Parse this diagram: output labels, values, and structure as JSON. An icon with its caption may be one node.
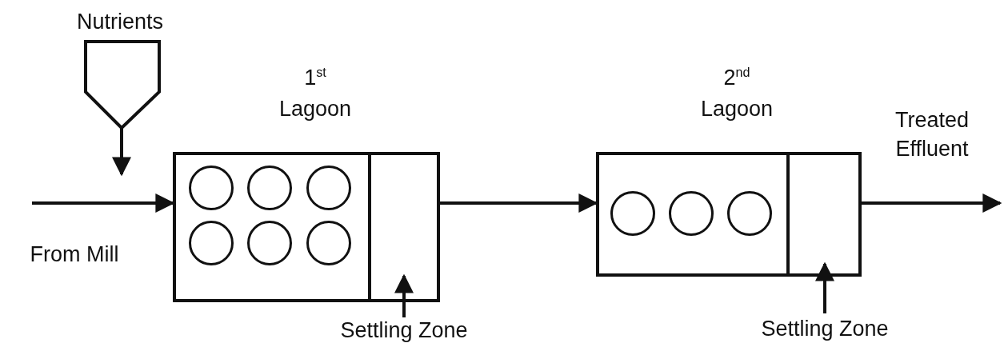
{
  "diagram": {
    "nodes": [
      {
        "text": [
          "Nutrients"
        ]
      },
      {
        "text": [
          "1$^{st}$ Lagoon"
        ]
      },
      {
        "text": [],
        "shape": "circle",
        "in": 1
      },
      {
        "text": [],
        "shape": "circle",
        "in": 1
      },
      {
        "text": [],
        "shape": "circle",
        "in": 1
      },
      {
        "text": [],
        "shape": "circle",
        "in": 1
      },
      {
        "text": [],
        "shape": "circle",
        "in": 1
      },
      {
        "text": [],
        "shape": "circle",
        "in": 1
      },
      {
        "text": [],
        "shape": "box",
        "in": 1
      },
      {
        "text": [
          "Settling Zone"
        ]
      },
      {
        "text": [
          "2$^{nd}$ Lagoon"
        ]
      },
      {
        "text": [],
        "shape": "circle",
        "in": 10
      },
      {
        "text": [],
        "shape": "circle",
        "in": 10
      },
      {
        "text": [],
        "shape": "circle",
        "in": 10
      },
      {
        "text": [],
        "shape": "box",
        "in": 10
      },
      {
        "text": [
          "Settling Zone"
        ]
      }
    ],
    "edges": [
      {
        "from": null,
        "to": 1,
        "arrow": "to",
        "label": "From Mill"
      },
      {
        "from": 0,
        "to": null,
        "arrow": "to"
      },
      {
        "from": 1,
        "to": 10,
        "arrow": "to"
      },
      {
        "from": 10,
        "to": null,
        "arrow": "to",
        "label": "Treated Effluent"
      },
      {
        "from": 9,
        "to": 8,
        "arrow": "to"
      },
      {
        "from": 15,
        "to": 14,
        "arrow": "to"
      }
    ]
  }
}
